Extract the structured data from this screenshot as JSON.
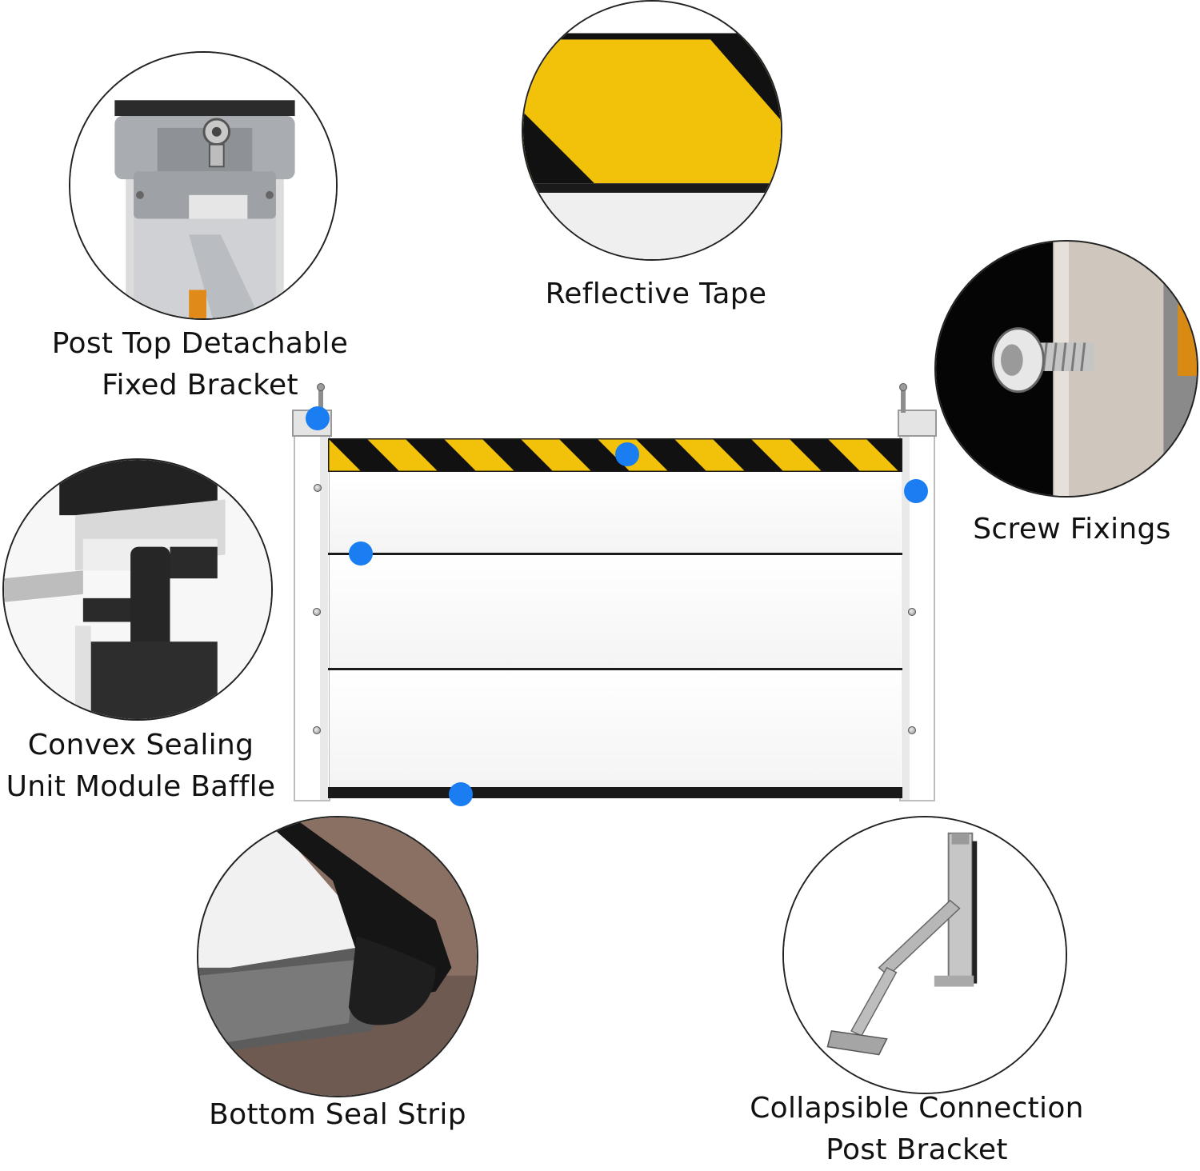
{
  "callouts": {
    "post_top_bracket": {
      "line1": "Post Top Detachable",
      "line2": "Fixed Bracket"
    },
    "reflective_tape": {
      "line1": "Reflective Tape"
    },
    "screw_fixings": {
      "line1": "Screw Fixings"
    },
    "convex_sealing": {
      "line1": "Convex Sealing",
      "line2": "Unit Module Baffle"
    },
    "bottom_seal": {
      "line1": "Bottom Seal Strip"
    },
    "collapsible_bracket": {
      "line1": "Collapsible Connection",
      "line2": "Post Bracket"
    }
  },
  "colors": {
    "marker_dot": "#1a7df2",
    "tape_yellow": "#f2c10a",
    "tape_black": "#111111",
    "panel_white": "#ffffff"
  },
  "icons": [
    "post-bracket-detail",
    "reflective-tape-detail",
    "screw-detail",
    "convex-seal-detail",
    "bottom-seal-detail",
    "folding-bracket-detail"
  ]
}
